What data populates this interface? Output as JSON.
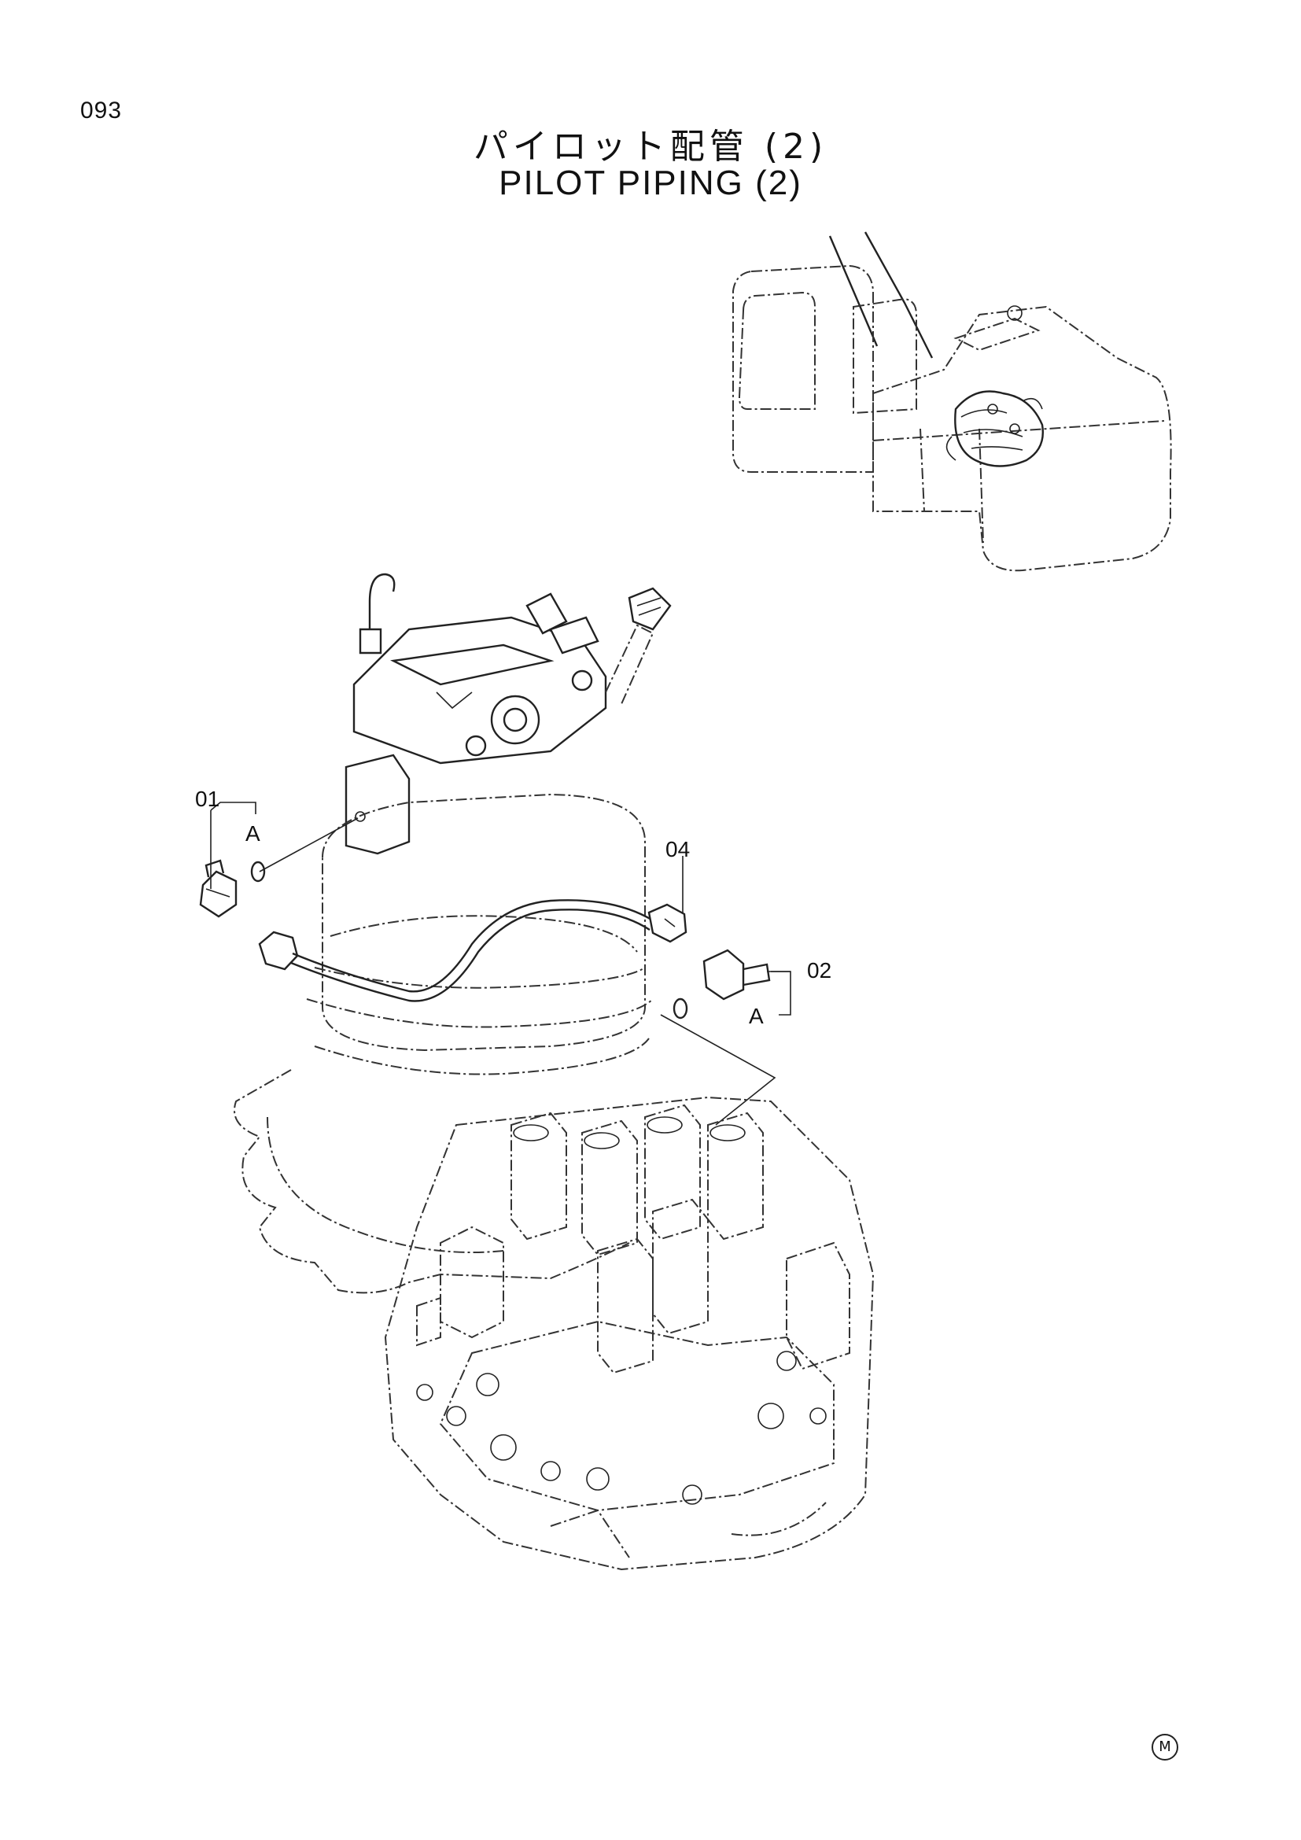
{
  "page": {
    "number": "093",
    "title_jp": "パイロット配管 (2)",
    "title_en": "PILOT PIPING (2)",
    "mark": "M"
  },
  "callouts": {
    "part_01": "01",
    "part_02": "02",
    "part_04": "04",
    "ref_a_left": "A",
    "ref_a_right": "A"
  }
}
